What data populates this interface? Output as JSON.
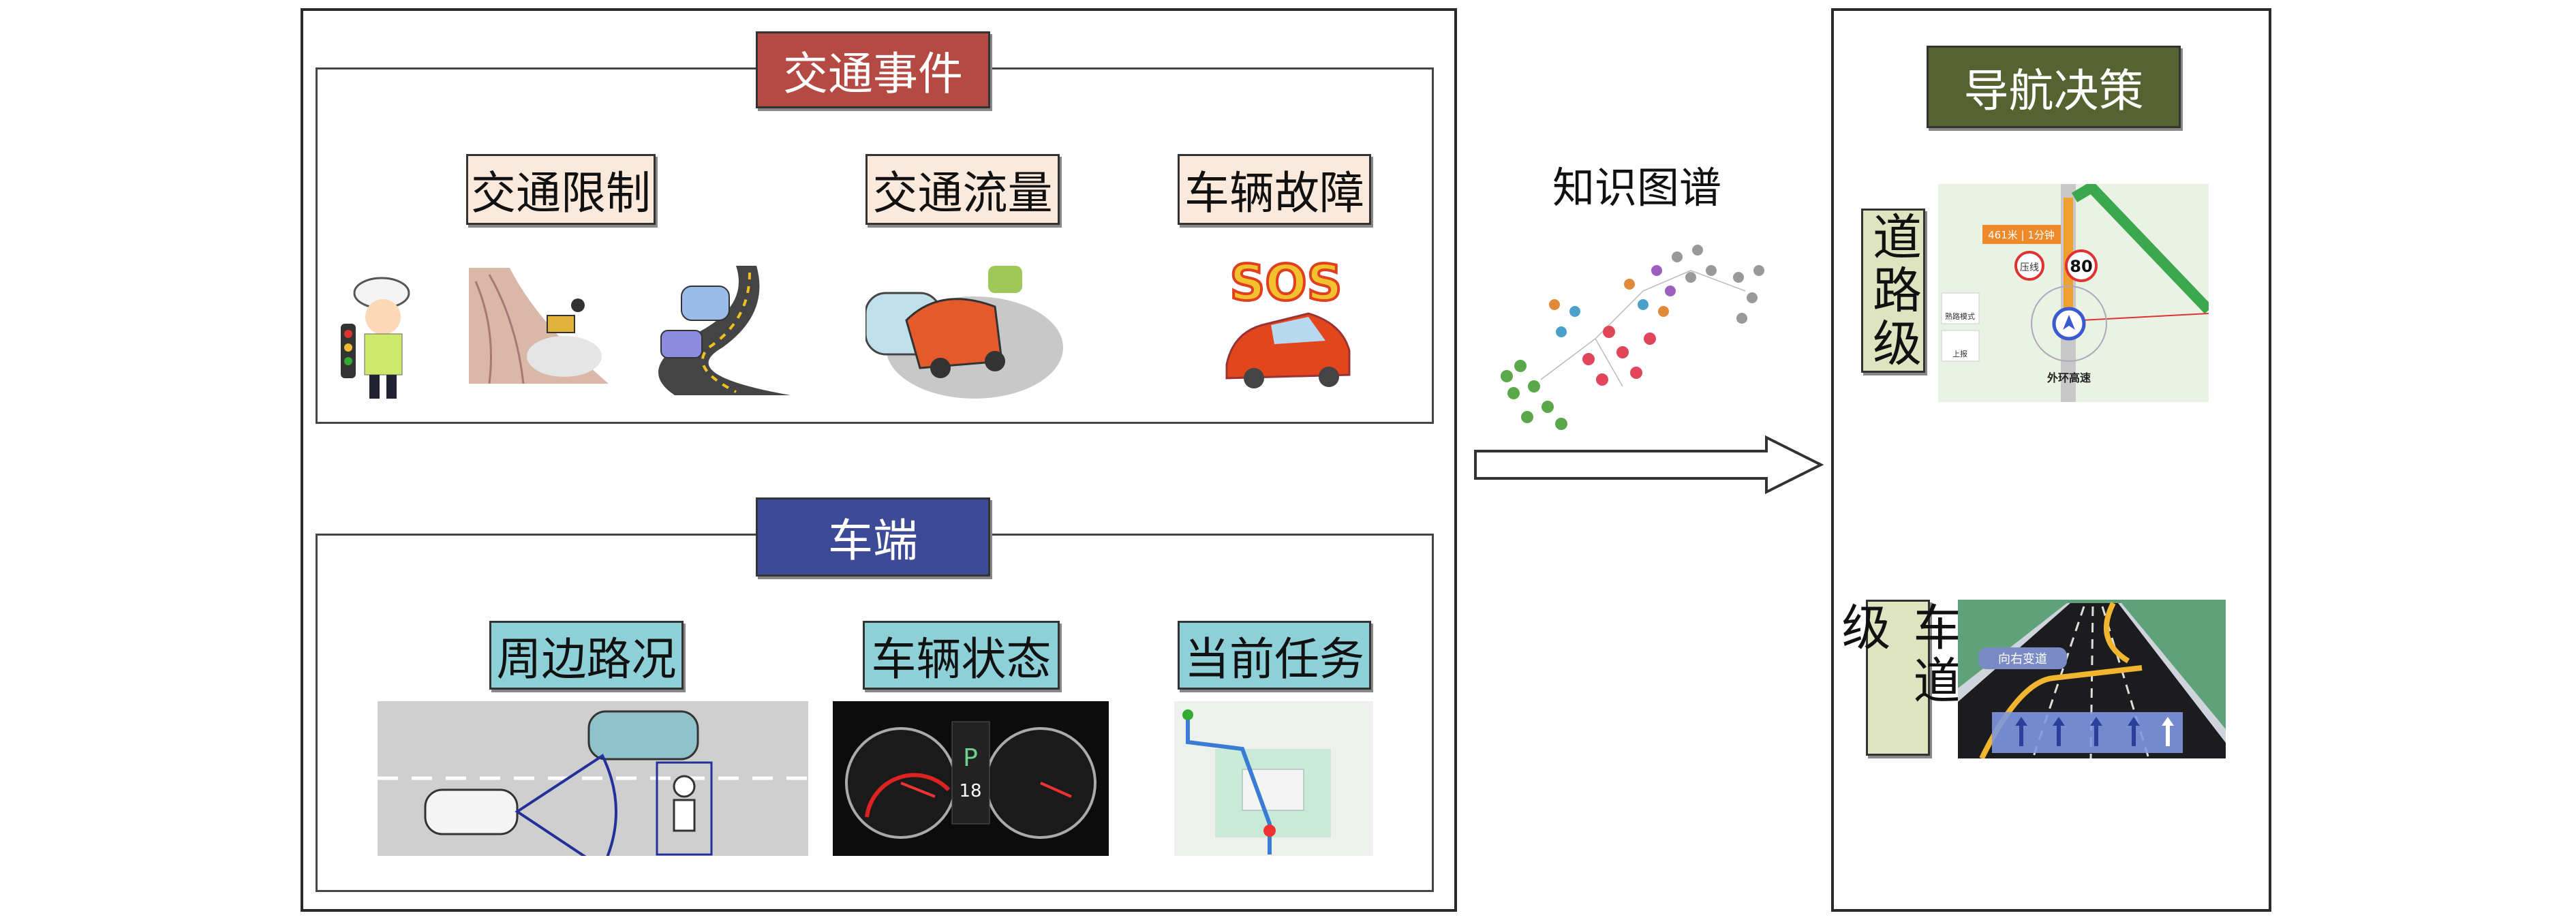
{
  "left_panel": {
    "traffic_events": {
      "title": "交通事件",
      "items": [
        {
          "label": "交通限制",
          "icons": [
            "traffic-police-icon",
            "landslide-icon",
            "accident-road-icon"
          ]
        },
        {
          "label": "交通流量",
          "icons": [
            "traffic-jam-icon"
          ]
        },
        {
          "label": "车辆故障",
          "icons": [
            "sos-car-icon"
          ],
          "sos_text": "SOS"
        }
      ]
    },
    "vehicle_side": {
      "title": "车端",
      "items": [
        {
          "label": "周边路况",
          "icon": "road-scene-icon"
        },
        {
          "label": "车辆状态",
          "icon": "dashboard-icon",
          "gear": "P",
          "speed_readout": "18"
        },
        {
          "label": "当前任务",
          "icon": "task-map-icon"
        }
      ]
    }
  },
  "middle": {
    "knowledge_graph_label": "知识图谱"
  },
  "right_panel": {
    "title": "导航决策",
    "road_level": {
      "label": "道路级",
      "map": {
        "distance_time": "461米 | 1分钟",
        "speed_limit": "80",
        "road_name": "外环高速",
        "mode_button": "熟路模式",
        "report_button": "上报",
        "restriction_sign": "压线"
      }
    },
    "lane_level": {
      "label": "车道级",
      "instruction": "向右变道"
    }
  },
  "colors": {
    "traffic_events": "#b54a44",
    "vehicle_side": "#3c4a98",
    "navigation": "#566230",
    "sub_label_pink": "#fbe9dc",
    "sub_label_blue": "#8ed0d8",
    "level_label": "#dde4bf"
  }
}
